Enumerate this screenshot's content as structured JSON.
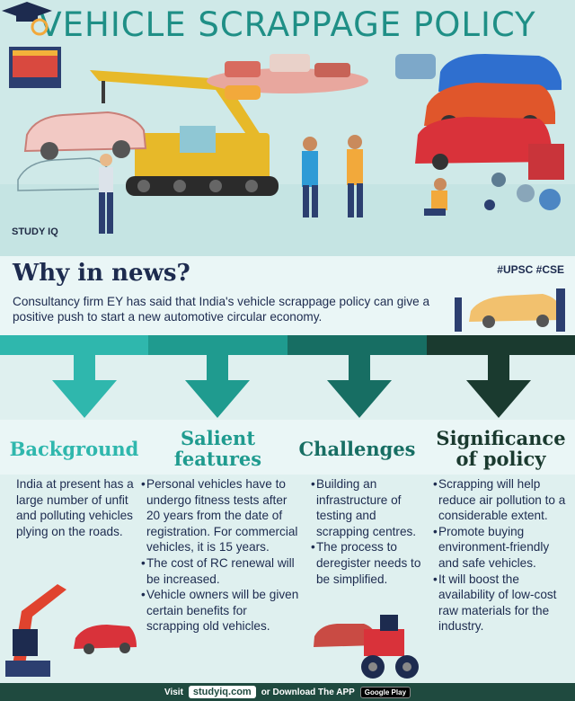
{
  "title": "VEHICLE SCRAPPAGE POLICY",
  "logo": {
    "text": "STUDY IQ"
  },
  "news": {
    "heading": "Why in news?",
    "tags": "#UPSC #CSE",
    "text": "Consultancy firm EY has said that India's vehicle scrappage policy can give a positive push to start a new automotive circular economy."
  },
  "columns": [
    {
      "heading": "Background",
      "color": "#2fb7ad",
      "items": [
        "India at present has a large number of unfit and polluting vehicles plying on the roads."
      ]
    },
    {
      "heading": "Salient features",
      "color": "#1f9b8f",
      "items": [
        "Personal vehicles have to undergo fitness tests after 20 years from the date of registration. For commercial vehicles, it is 15 years.",
        "The cost of RC renewal will be increased.",
        "Vehicle owners will be given certain benefits for scrapping old vehicles."
      ]
    },
    {
      "heading": "Challenges",
      "color": "#176e63",
      "items": [
        "Building an infrastructure of testing and scrapping centres.",
        "The process to deregister needs to be simplified."
      ]
    },
    {
      "heading": "Significance of policy",
      "color": "#1a3a2f",
      "items": [
        "Scrapping will help reduce air pollution to a considerable extent.",
        "Promote buying environment-friendly and safe vehicles.",
        "It will boost the availability of low-cost raw materials for the industry."
      ]
    }
  ],
  "footer": {
    "visit": "Visit",
    "site": "studyiq.com",
    "download": "or Download The APP",
    "store": "Google Play"
  },
  "colors": {
    "teal": "#2fb7ad",
    "navy": "#1d2b4f",
    "hero_bg": "#cfe9e8"
  }
}
